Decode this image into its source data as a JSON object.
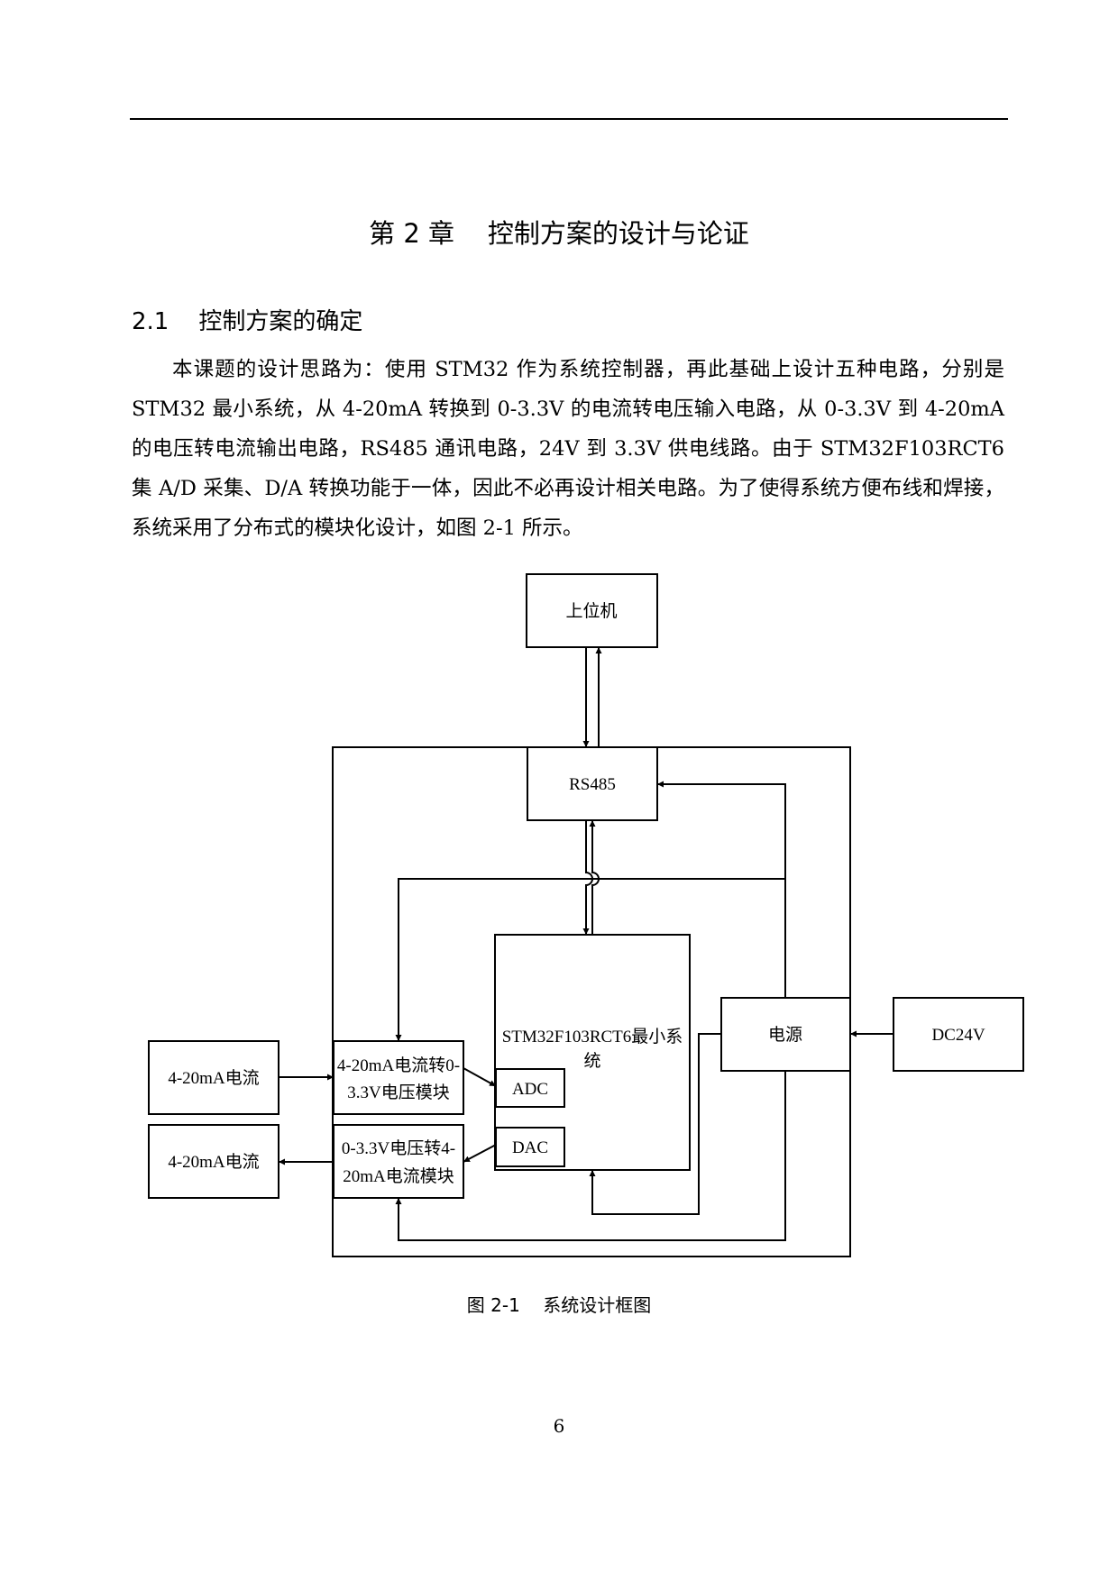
{
  "chapter_title": "第 2 章    控制方案的设计与论证",
  "section_title": "2.1    控制方案的确定",
  "paragraph": "本课题的设计思路为：使用 STM32 作为系统控制器，再此基础上设计五种电路，分别是 STM32 最小系统，从 4-20mA 转换到 0-3.3V 的电流转电压输入电路，从 0-3.3V 到 4-20mA 的电压转电流输出电路，RS485 通讯电路，24V 到 3.3V 供电线路。由于 STM32F103RCT6 集 A/D 采集、D/A 转换功能于一体，因此不必再设计相关电路。为了使得系统方便布线和焊接，系统采用了分布式的模块化设计，如图 2-1 所示。",
  "diagram": {
    "host_pc": "上位机",
    "rs485": "RS485",
    "mcu_line1": "STM32F103RCT6最小系",
    "mcu_line2": "统",
    "power": "电源",
    "dc24v": "DC24V",
    "input_current": "4-20mA电流",
    "output_current": "4-20mA电流",
    "i2v_line1": "4-20mA电流转0-",
    "i2v_line2": "3.3V电压模块",
    "v2i_line1": "0-3.3V电压转4-",
    "v2i_line2": "20mA电流模块",
    "adc": "ADC",
    "dac": "DAC"
  },
  "caption": "图 2-1    系统设计框图",
  "page_number": "6"
}
